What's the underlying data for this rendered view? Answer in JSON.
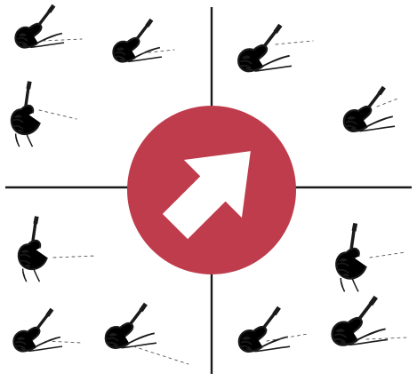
{
  "diagram": {
    "colors": {
      "background": "#ffffff",
      "axis": "#1a1a1a",
      "circle": "#bf3c4c",
      "arrow": "#ffffff",
      "ink": "#1a1a1a"
    },
    "center_symbol": "arrow-up-right-icon",
    "quadrants": [
      {
        "id": "top-left",
        "hand_icons": [
          "left-hand-writing-icon",
          "left-hand-writing-icon",
          "left-hand-writing-icon"
        ]
      },
      {
        "id": "top-right",
        "hand_icons": [
          "right-hand-writing-icon",
          "right-hand-writing-icon"
        ]
      },
      {
        "id": "bottom-left",
        "hand_icons": [
          "left-hand-writing-icon",
          "left-hand-writing-icon",
          "left-hand-writing-icon"
        ]
      },
      {
        "id": "bottom-right",
        "hand_icons": [
          "right-hand-writing-icon",
          "right-hand-writing-icon",
          "right-hand-writing-icon"
        ]
      }
    ]
  }
}
